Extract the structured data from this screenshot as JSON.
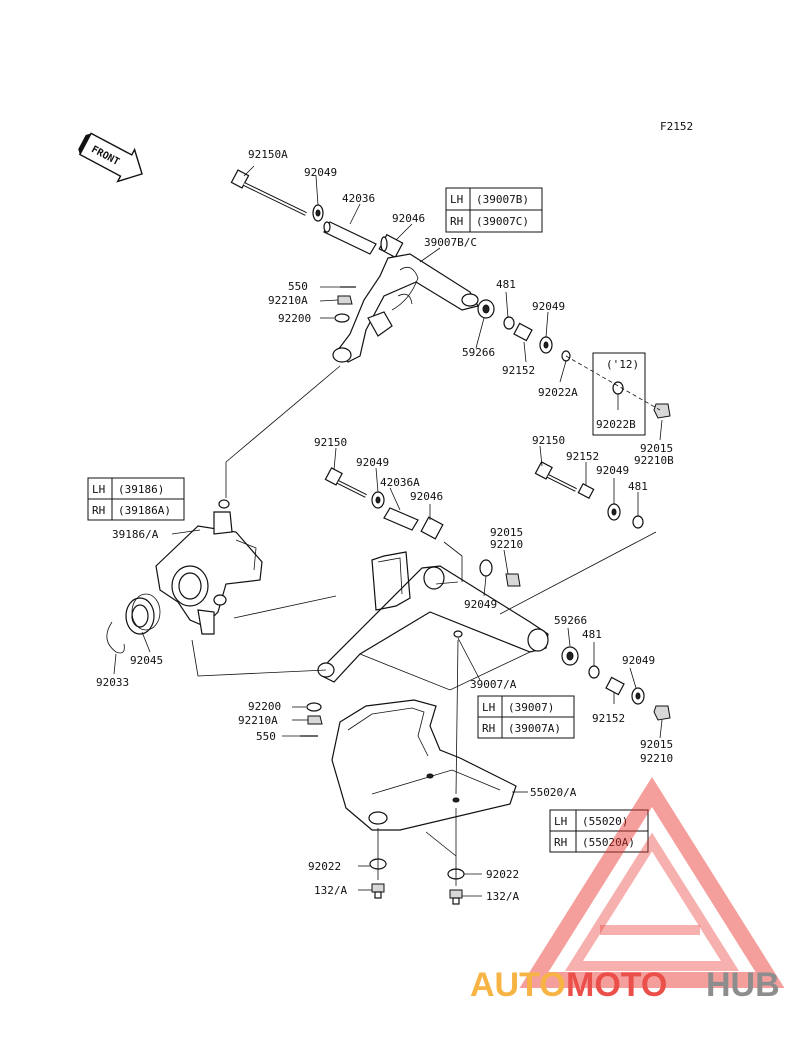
{
  "figure_code": "F2152",
  "front_arrow_label": "FRONT",
  "labels": {
    "l92150A": "92150A",
    "l92049_a": "92049",
    "l42036": "42036",
    "l92046_a": "92046",
    "l39007BC": "39007B/C",
    "l550_a": "550",
    "l92210A_a": "92210A",
    "l92200_a": "92200",
    "l481_a": "481",
    "l92049_b": "92049",
    "l59266_a": "59266",
    "l92152_a": "92152",
    "l92022A": "92022A",
    "l12": "('12)",
    "l92022B": "92022B",
    "l92015_a": "92015",
    "l92210B": "92210B",
    "l92150": "92150",
    "l92049_c": "92049",
    "l42036A": "42036A",
    "l92046_b": "92046",
    "l92150_b": "92150",
    "l92152_b": "92152",
    "l92049_d": "92049",
    "l481_b": "481",
    "l39186A": "39186/A",
    "l92015_b": "92015",
    "l92210_a": "92210",
    "l92049_e": "92049",
    "l59266_b": "59266",
    "l481_c": "481",
    "l92049_f": "92049",
    "l92045": "92045",
    "l92033": "92033",
    "l39007A": "39007/A",
    "l92152_c": "92152",
    "l92200_b": "92200",
    "l92210A_b": "92210A",
    "l550_b": "550",
    "l92015_c": "92015",
    "l92210_b": "92210",
    "l55020A": "55020/A",
    "l92022_a": "92022",
    "l92022_b": "92022",
    "l132A_a": "132/A",
    "l132A_b": "132/A"
  },
  "tables": {
    "upper_arm": {
      "lh_key": "LH",
      "lh_val": "(39007B)",
      "rh_key": "RH",
      "rh_val": "(39007C)"
    },
    "knuckle": {
      "lh_key": "LH",
      "lh_val": "(39186)",
      "rh_key": "RH",
      "rh_val": "(39186A)"
    },
    "lower_arm": {
      "lh_key": "LH",
      "lh_val": "(39007)",
      "rh_key": "RH",
      "rh_val": "(39007A)"
    },
    "guard": {
      "lh_key": "LH",
      "lh_val": "(55020)",
      "rh_key": "RH",
      "rh_val": "(55020A)"
    }
  },
  "watermark": {
    "auto": "AUTO",
    "moto": "MOTO",
    "hub": "HUB",
    "color_orange": "#f6a623",
    "color_red": "#e8312a",
    "color_gray": "#7a7a7a"
  }
}
